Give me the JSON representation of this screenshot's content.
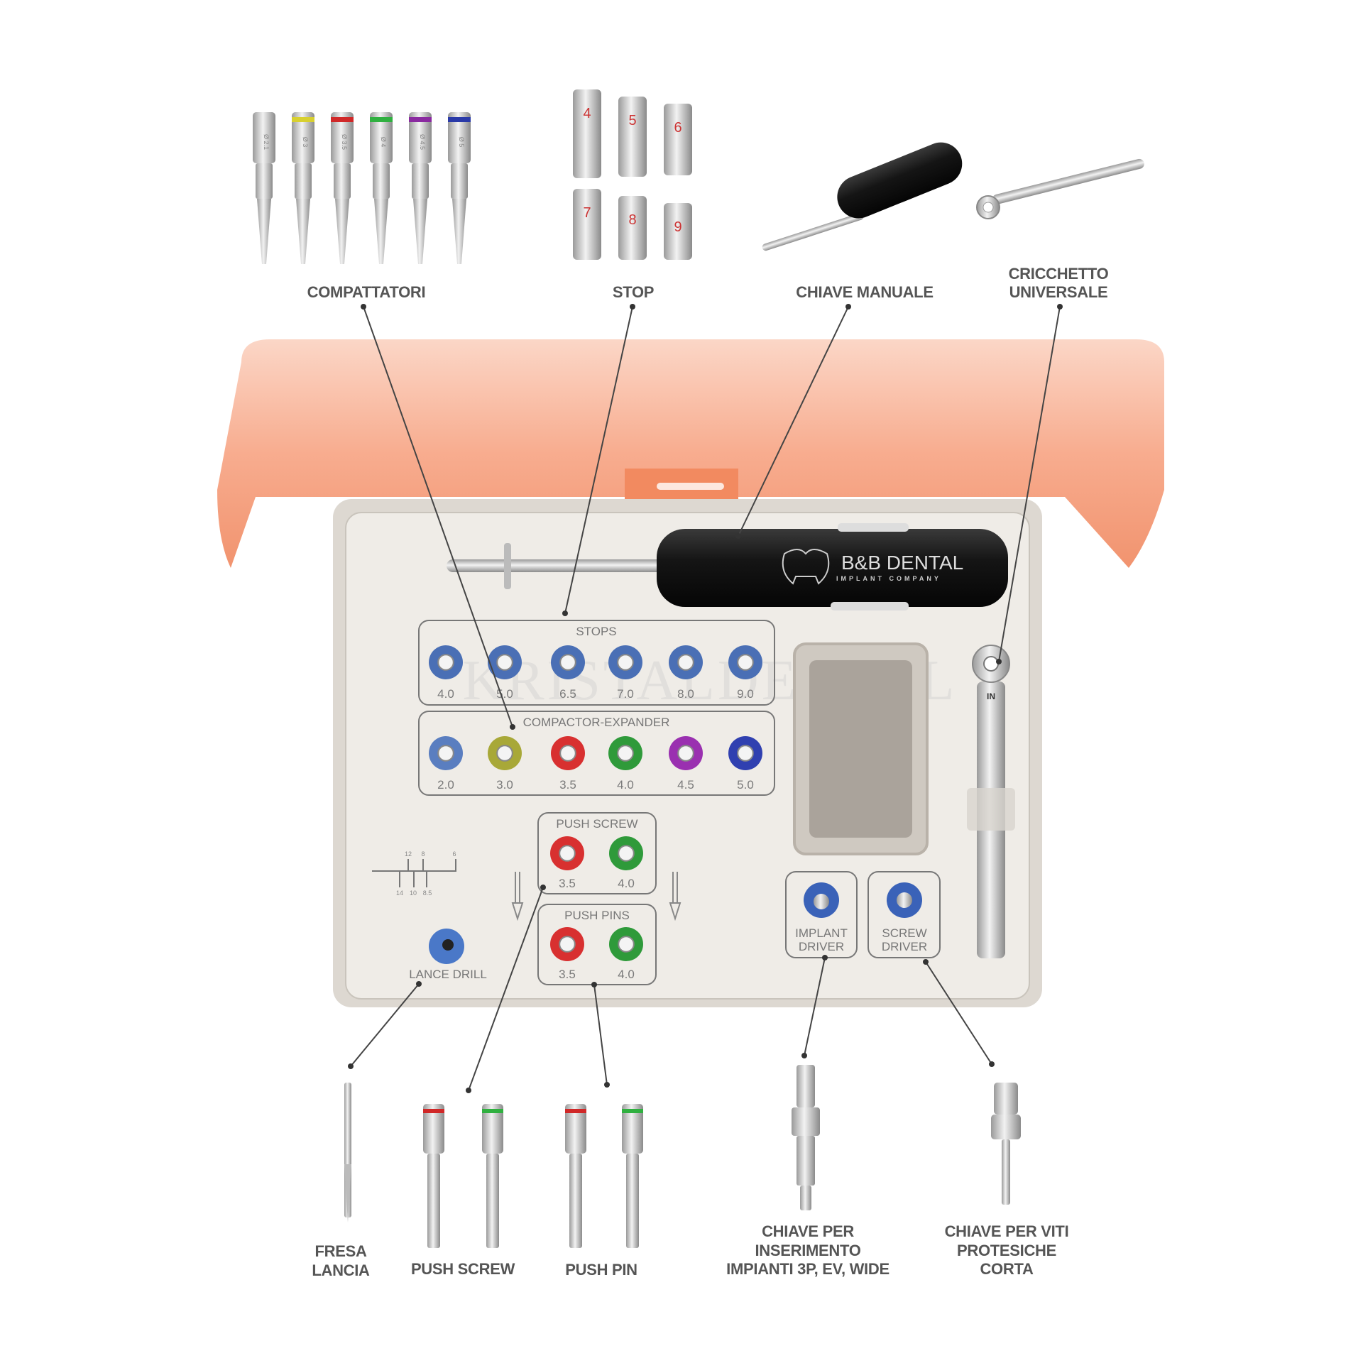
{
  "callouts": {
    "compattatori": "COMPATTATORI",
    "stop": "STOP",
    "chiave_manuale": "CHIAVE MANUALE",
    "cricchetto": [
      "CRICCHETTO",
      "UNIVERSALE"
    ],
    "fresa_lancia": [
      "FRESA",
      "LANCIA"
    ],
    "push_screw": "PUSH SCREW",
    "push_pin": "PUSH PIN",
    "chiave_inserimento": [
      "CHIAVE PER",
      "INSERIMENTO",
      "IMPIANTI 3P, EV, WIDE"
    ],
    "chiave_viti": [
      "CHIAVE PER VITI",
      "PROTESICHE",
      "CORTA"
    ]
  },
  "compactor_tools": [
    {
      "label": "Ø 2.1",
      "color": ""
    },
    {
      "label": "Ø 3",
      "color": "#d8d030"
    },
    {
      "label": "Ø 3.5",
      "color": "#d02828"
    },
    {
      "label": "Ø 4",
      "color": "#30b040"
    },
    {
      "label": "Ø 4.5",
      "color": "#8a2aa0"
    },
    {
      "label": "Ø 5",
      "color": "#2a3aa8"
    }
  ],
  "stop_pieces": [
    "4",
    "5",
    "6",
    "7",
    "8",
    "9"
  ],
  "handle_brand": {
    "name": "B&B DENTAL",
    "tagline": "IMPLANT COMPANY"
  },
  "watermark": "KRISTALDENTAL",
  "tray": {
    "stops": {
      "title": "STOPS",
      "items": [
        {
          "label": "4.0",
          "color": "#4a6fb5"
        },
        {
          "label": "5.0",
          "color": "#4a6fb5"
        },
        {
          "label": "6.5",
          "color": "#4a6fb5"
        },
        {
          "label": "7.0",
          "color": "#4a6fb5"
        },
        {
          "label": "8.0",
          "color": "#4a6fb5"
        },
        {
          "label": "9.0",
          "color": "#4a6fb5"
        }
      ]
    },
    "compactor_expander": {
      "title": "COMPACTOR-EXPANDER",
      "items": [
        {
          "label": "2.0",
          "color": "#5a7ec0"
        },
        {
          "label": "3.0",
          "color": "#a8a838"
        },
        {
          "label": "3.5",
          "color": "#d83030"
        },
        {
          "label": "4.0",
          "color": "#2f9a3a"
        },
        {
          "label": "4.5",
          "color": "#9a30b0"
        },
        {
          "label": "5.0",
          "color": "#3040b0"
        }
      ]
    },
    "push_screw": {
      "title": "PUSH SCREW",
      "items": [
        {
          "label": "3.5",
          "color": "#d83030"
        },
        {
          "label": "4.0",
          "color": "#2f9a3a"
        }
      ]
    },
    "push_pins": {
      "title": "PUSH PINS",
      "items": [
        {
          "label": "3.5",
          "color": "#d83030"
        },
        {
          "label": "4.0",
          "color": "#2f9a3a"
        }
      ]
    },
    "depth_scale": {
      "top": [
        "12",
        "8",
        "6"
      ],
      "bottom": [
        "14",
        "10",
        "8.5"
      ]
    },
    "lance_drill": {
      "label": "LANCE DRILL",
      "color": "#4a78c8"
    },
    "implant_driver": {
      "label": [
        "IMPLANT",
        "DRIVER"
      ],
      "color": "#3a62b8"
    },
    "screw_driver": {
      "label": [
        "SCREW",
        "DRIVER"
      ],
      "color": "#3a62b8"
    },
    "ratchet_mark": "IN"
  },
  "colors": {
    "lid": "#f6a285",
    "tray": "#e6e2dc",
    "panel": "#efece7"
  }
}
